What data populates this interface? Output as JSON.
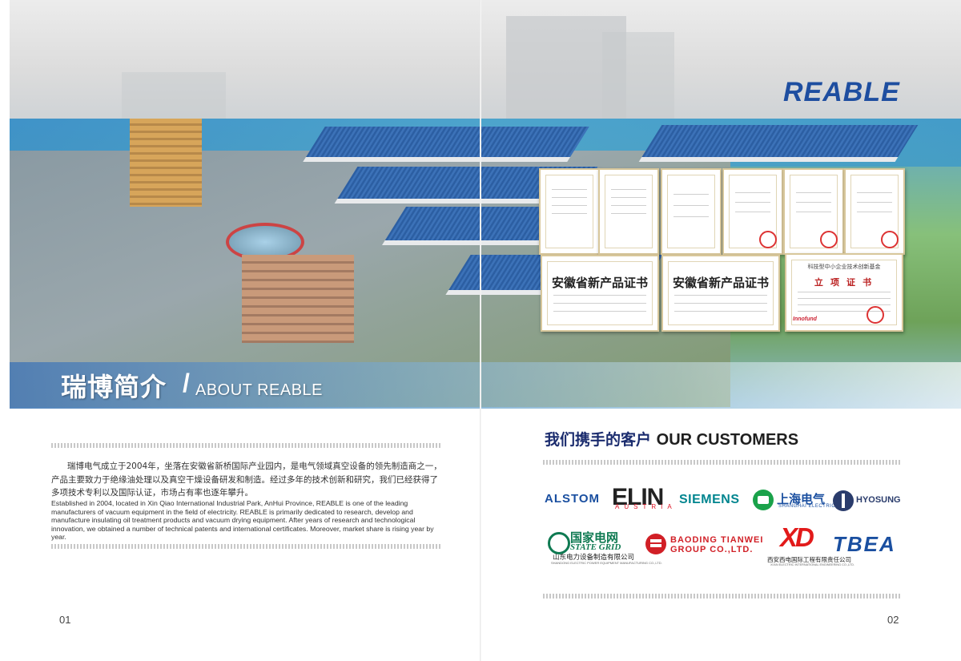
{
  "brand": "REABLE",
  "banner": {
    "cn": "瑞博简介",
    "sep": "/",
    "en": "ABOUT REABLE"
  },
  "certificates": {
    "big1_title": "安徽省新产品证书",
    "big2_title": "安徽省新产品证书",
    "big3_sub": "科技型中小企业技术创新基金",
    "big3_title": "立 项 证 书"
  },
  "intro": {
    "cn": "瑞博电气成立于2004年，坐落在安徽省新桥国际产业园内，是电气领域真空设备的领先制造商之一，产品主要致力于绝缘油处理以及真空干燥设备研发和制造。经过多年的技术创新和研究，我们已经获得了多项技术专利以及国际认证，市场占有率也逐年攀升。",
    "en": "Established in 2004, located in Xin Qiao International Industrial Park, AnHui Province, REABLE is one of the leading manufacturers of vacuum equipment in the field of electricity. REABLE is primarily dedicated to research, develop and manufacture insulating oil treatment products and vacuum drying equipment. After years of research and technological innovation, we obtained a number of technical patents and international certificates. Moreover, market share is rising year by year."
  },
  "customers": {
    "title_cn": "我们携手的客户",
    "title_en": "OUR CUSTOMERS",
    "alstom": "ALSTOM",
    "elin": "ELIN",
    "elin_sub": "AUSTRIA",
    "siemens": "SIEMENS",
    "shanghai_cn": "上海电气",
    "shanghai_en": "SHANGHAI ELECTRIC",
    "hyosung": "HYOSUNG",
    "stategrid_cn": "国家电网",
    "stategrid_en": "STATE GRID",
    "stategrid_sub": "山东电力设备制造有限公司",
    "stategrid_sub_en": "SHANDONG ELECTRIC POWER EQUIPMENT MANUFACTURING CO.,LTD.",
    "baoding_1": "BAODING TIANWEI",
    "baoding_2": "GROUP CO.,LTD.",
    "xd": "XD",
    "xd_cn": "西安西电国际工程有限责任公司",
    "xd_en": "XI'AN ELECTRIC INTERNATIONAL ENGINEERING CO.,LTD.",
    "tbea": "TBEA"
  },
  "page_left": "01",
  "page_right": "02"
}
